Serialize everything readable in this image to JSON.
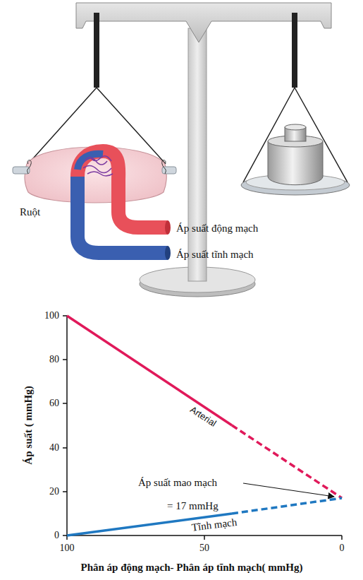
{
  "diagram": {
    "labels": [
      "Ruột",
      "Áp suất động mạch",
      "Áp suất tĩnh mạch",
      "100",
      "80",
      "60",
      "40",
      "20",
      "0",
      "Áp suất ( mmHg)",
      "Arterial",
      "Áp suất mao mạch",
      "= 17 mmHg",
      "Tĩnh mạch",
      "100",
      "50",
      "0",
      "Phân áp động mạch- Phân áp tĩnh mạch( mmHg)"
    ]
  }
}
